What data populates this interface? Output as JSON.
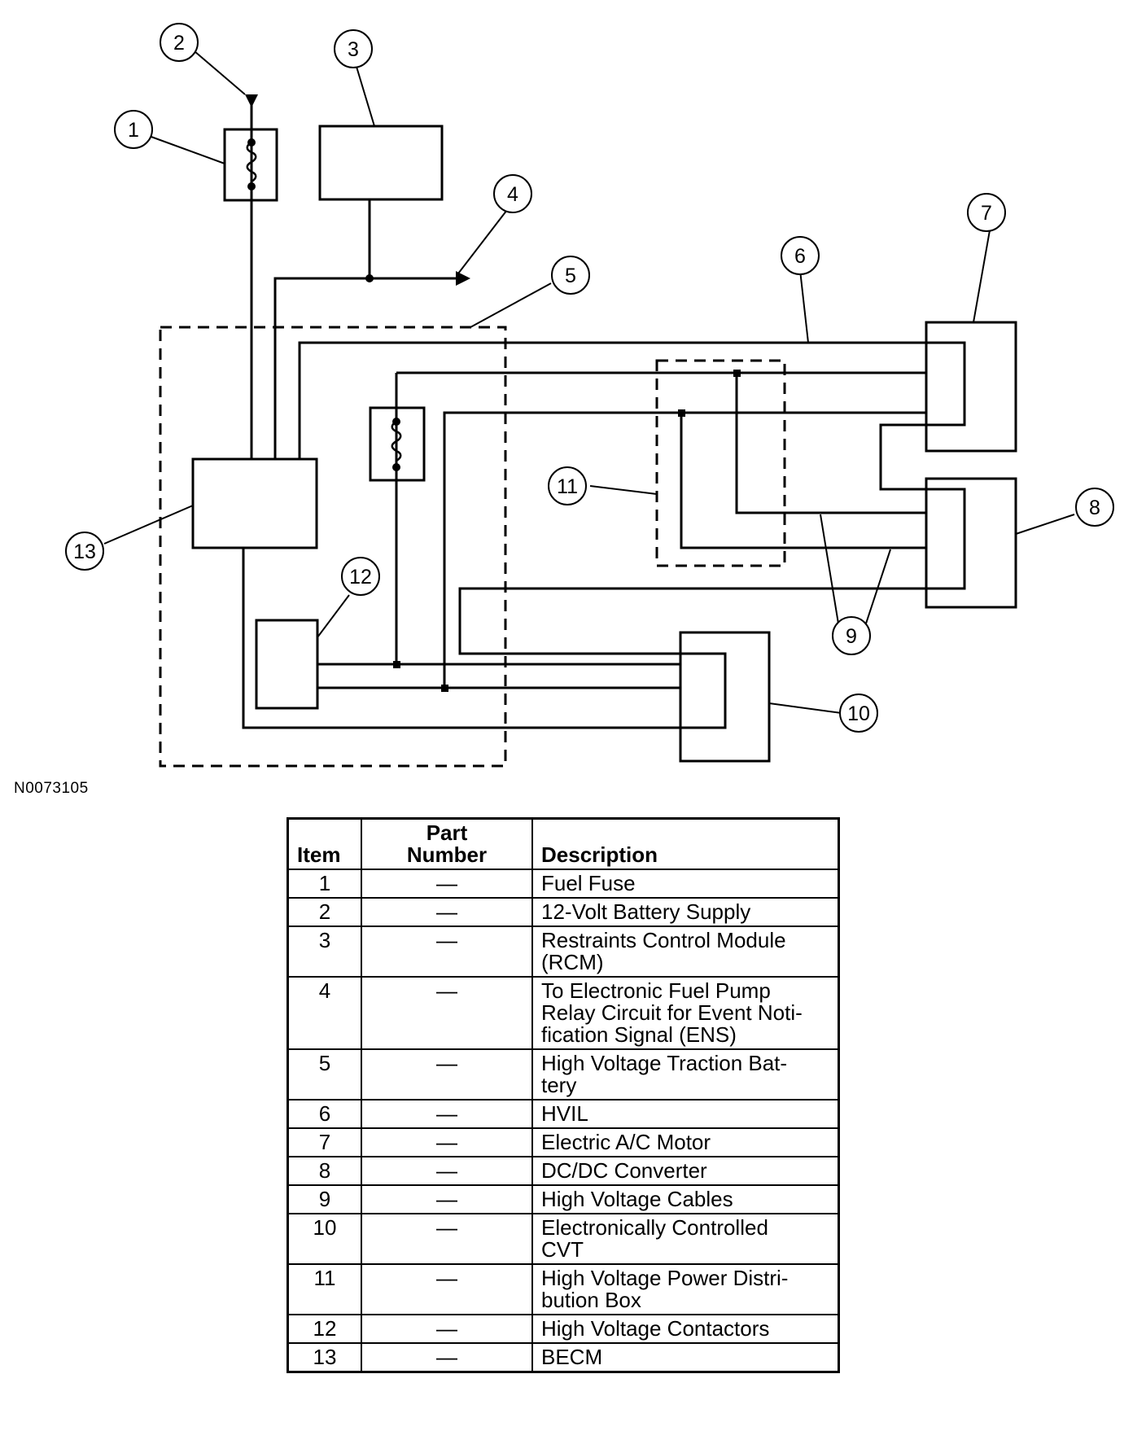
{
  "figure_id": "N0073105",
  "callouts": [
    "1",
    "2",
    "3",
    "4",
    "5",
    "6",
    "7",
    "8",
    "9",
    "10",
    "11",
    "12",
    "13"
  ],
  "table": {
    "headers": {
      "item": "Item",
      "part_number": "Part\nNumber",
      "description": "Description"
    },
    "rows": [
      {
        "item": "1",
        "part": "—",
        "desc": "Fuel Fuse"
      },
      {
        "item": "2",
        "part": "—",
        "desc": "12-Volt Battery Supply"
      },
      {
        "item": "3",
        "part": "—",
        "desc": "Restraints Control Module\n(RCM)"
      },
      {
        "item": "4",
        "part": "—",
        "desc": "To Electronic Fuel Pump\nRelay Circuit for Event Noti-\nfication Signal (ENS)"
      },
      {
        "item": "5",
        "part": "—",
        "desc": "High Voltage Traction Bat-\ntery"
      },
      {
        "item": "6",
        "part": "—",
        "desc": "HVIL"
      },
      {
        "item": "7",
        "part": "—",
        "desc": "Electric A/C Motor"
      },
      {
        "item": "8",
        "part": "—",
        "desc": "DC/DC Converter"
      },
      {
        "item": "9",
        "part": "—",
        "desc": "High Voltage Cables"
      },
      {
        "item": "10",
        "part": "—",
        "desc": "Electronically Controlled\nCVT"
      },
      {
        "item": "11",
        "part": "—",
        "desc": "High Voltage Power Distri-\nbution Box"
      },
      {
        "item": "12",
        "part": "—",
        "desc": "High Voltage Contactors"
      },
      {
        "item": "13",
        "part": "—",
        "desc": "BECM"
      }
    ]
  }
}
